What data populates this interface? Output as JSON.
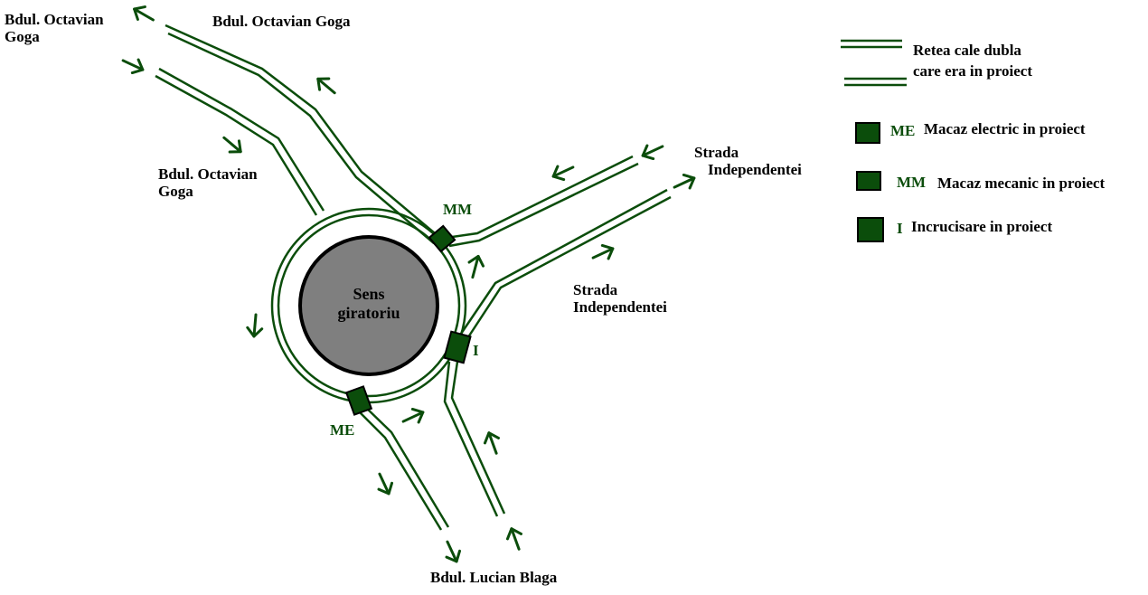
{
  "colors": {
    "track": "#0b4d0b",
    "roundabout_fill": "#7f7f7f",
    "outline": "#000000",
    "switch_fill": "#0b4d0b"
  },
  "center": {
    "line1": "Sens",
    "line2": "giratoriu"
  },
  "streets": {
    "goga_top_left_1": "Bdul. Octavian",
    "goga_top_left_2": "Goga",
    "goga_top": "Bdul. Octavian Goga",
    "goga_mid_1": "Bdul. Octavian",
    "goga_mid_2": "Goga",
    "indep_upper_1": "Strada",
    "indep_upper_2": "Independentei",
    "indep_lower_1": "Strada",
    "indep_lower_2": "Independentei",
    "blaga": "Bdul. Lucian Blaga"
  },
  "markers": {
    "mm": "MM",
    "i": "I",
    "me": "ME"
  },
  "legend": {
    "track_line1": "Retea cale dubla",
    "track_line2": "care era in proiect",
    "me_code": "ME",
    "me_text": "Macaz electric in proiect",
    "mm_code": "MM",
    "mm_text": "Macaz mecanic in proiect",
    "i_code": "I",
    "i_text": "Incrucisare in proiect"
  },
  "icons": [
    "direction-arrow-icon",
    "switch-icon",
    "crossing-icon",
    "roundabout-icon"
  ]
}
